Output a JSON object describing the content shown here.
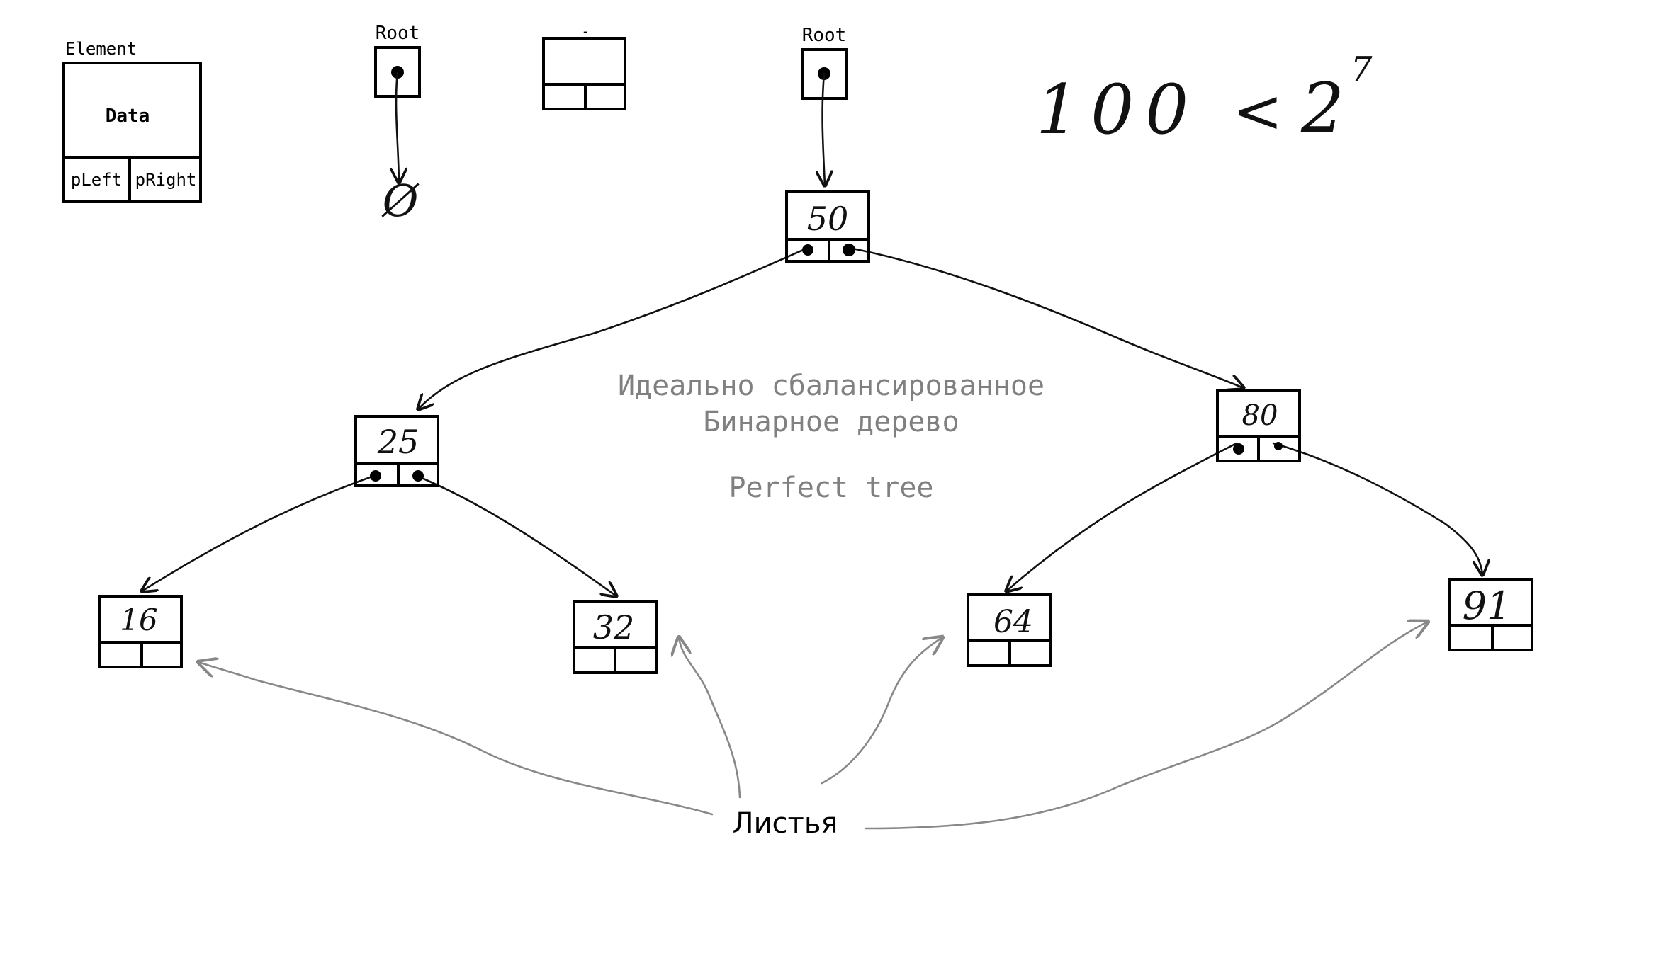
{
  "legend": {
    "title": "Element",
    "data": "Data",
    "left": "pLeft",
    "right": "pRight"
  },
  "empty_tree": {
    "root": "Root",
    "null": "Ø"
  },
  "tiny_mark": "-",
  "tree": {
    "root": "Root",
    "nodes": {
      "n50": "50",
      "n25": "25",
      "n80": "80",
      "n16": "16",
      "n32": "32",
      "n64": "64",
      "n91": "91"
    }
  },
  "formula": {
    "lhs": "100",
    "op": "<",
    "base": "2",
    "exp": "7"
  },
  "caption": {
    "line1": "Идеально сбалансированное",
    "line2": "Бинарное дерево",
    "line3": "Perfect tree"
  },
  "leaves_label": "Листья",
  "colors": {
    "ink": "#000000",
    "caption": "#808080",
    "arrows_gray": "#888888"
  }
}
